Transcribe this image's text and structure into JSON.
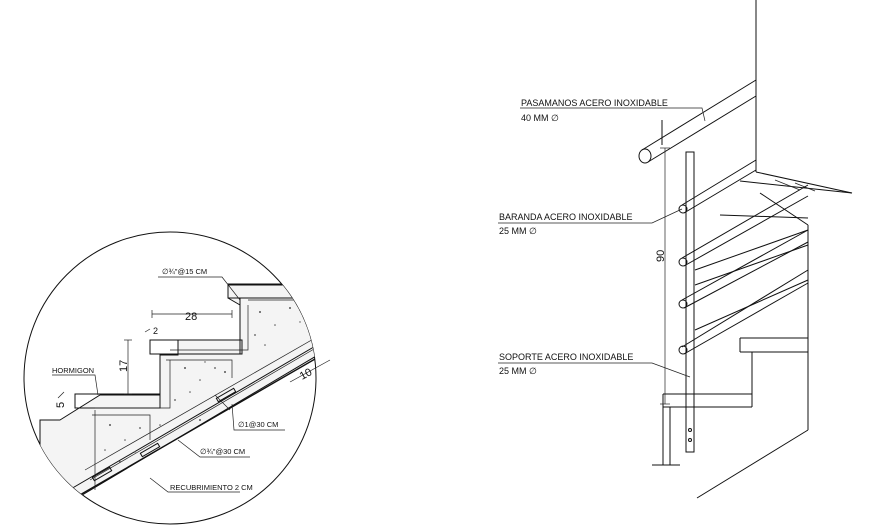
{
  "right_detail": {
    "pasamanos": {
      "title": "PASAMANOS ACERO INOXIDABLE",
      "spec": "40 MM ∅"
    },
    "baranda": {
      "title": "BARANDA ACERO INOXIDABLE",
      "spec": "25 MM ∅"
    },
    "soporte": {
      "title": "SOPORTE ACERO INOXIDABLE",
      "spec": "25 MM ∅"
    },
    "height_dim": "90"
  },
  "left_detail": {
    "bar_top": "∅¾\"@15 CM",
    "tread_dim": "28",
    "nosing_dim": "2",
    "riser_dim": "17",
    "material": "HORMIGON",
    "slab_dim": "5",
    "thickness_dim": "10",
    "bar_main": "∅1@30 CM",
    "bar_dist": "∅¾\"@30 CM",
    "cover": "RECUBRIMIENTO 2 CM"
  }
}
